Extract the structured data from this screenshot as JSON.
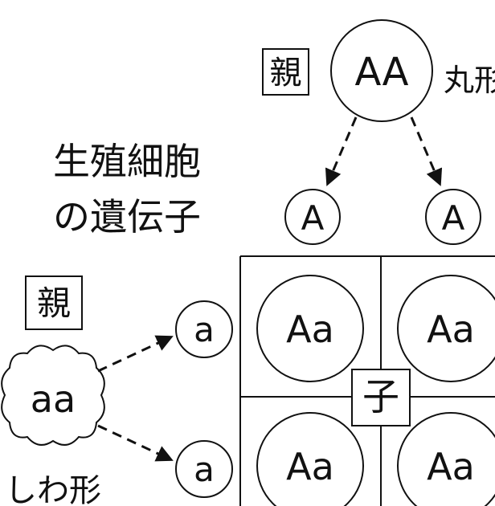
{
  "parent_top": {
    "tag": "親",
    "genotype": "AA",
    "phenotype": "丸形"
  },
  "parent_left": {
    "tag": "親",
    "genotype": "aa",
    "phenotype": "しわ形"
  },
  "gamete_caption": {
    "line1": "生殖細胞",
    "line2": "の遺伝子"
  },
  "gametes_top": [
    "A",
    "A"
  ],
  "gametes_left": [
    "a",
    "a"
  ],
  "offspring_tag": "子",
  "offspring": [
    "Aa",
    "Aa",
    "Aa",
    "Aa"
  ]
}
